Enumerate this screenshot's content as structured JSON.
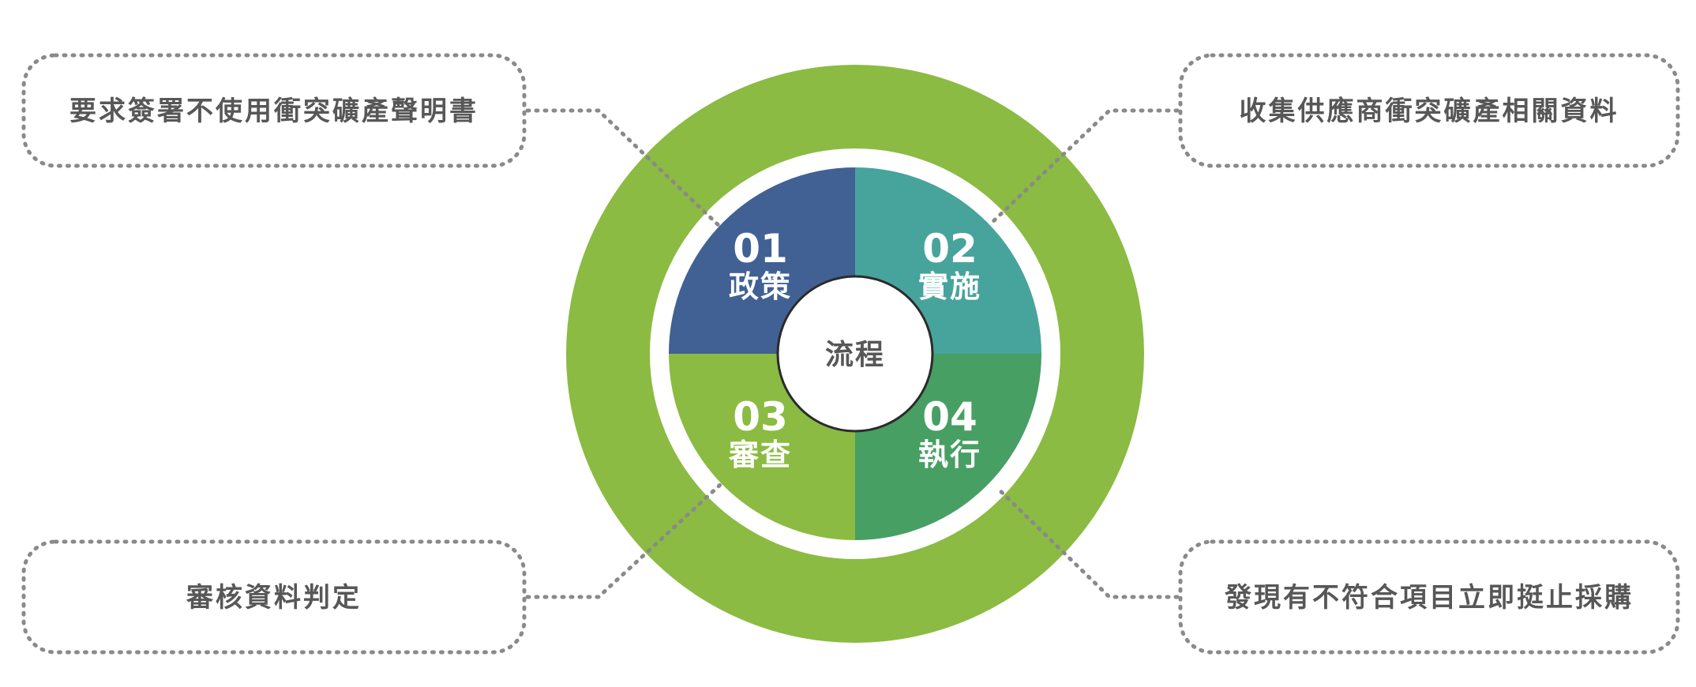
{
  "center": {
    "label": "流程"
  },
  "colors": {
    "outer_ring": "#8BBB42",
    "q1": "#416194",
    "q2": "#47A49C",
    "q3": "#8BBB42",
    "q4": "#489F63",
    "text_dark": "#575757",
    "dotted": "#8a8a8a"
  },
  "quadrants": [
    {
      "number": "01",
      "name": "政策"
    },
    {
      "number": "02",
      "name": "實施"
    },
    {
      "number": "03",
      "name": "審查"
    },
    {
      "number": "04",
      "name": "執行"
    }
  ],
  "callouts": {
    "top_left": "要求簽署不使用衝突礦產聲明書",
    "top_right": "收集供應商衝突礦產相關資料",
    "bottom_left": "審核資料判定",
    "bottom_right": "發現有不符合項目立即挺止採購"
  }
}
